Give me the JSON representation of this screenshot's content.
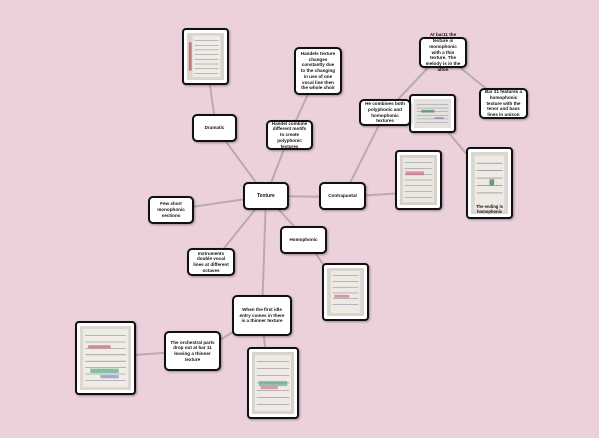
{
  "map": {
    "background": "#ecd1dc",
    "link_color": "#b9a9b1",
    "central": "Texture",
    "nodes": {
      "dramatic": "Dramatic",
      "handel_changes": "Handels texture changes constantly due to the changing in use of one vocal line then the whole choir",
      "handel_combine": "Handel combine different motifs to create polyphonic textures",
      "bar_monophonic": "At bar11 the texture is monophonic with a thin texture. The melody is in the alton",
      "homophonic_polyphonic": "He combines both polyphonic and homophonic textures",
      "bar31": "Bar 31 features a homophonic texture with the tenor and bass lines in unison",
      "contrapuntal": "Contrapuntal",
      "few_short": "Few short monophonic sections",
      "homophonic": "Homophonic",
      "instruments_double": "Instruments double vocal lines at different octaves",
      "first_idle": "When the first idle entry comes in there is a thinner texture",
      "orchestral_drop": "The orchestral parts drop out at bar 11 leaving a thinner texture",
      "ending_homophonic": "The ending is homophonic"
    },
    "photos": [
      {
        "id": "photo-top-score",
        "icon": "score-photo-icon"
      },
      {
        "id": "photo-mid-score",
        "icon": "score-photo-icon"
      },
      {
        "id": "photo-right-score",
        "icon": "score-photo-icon"
      },
      {
        "id": "photo-ending-score",
        "icon": "score-photo-icon"
      },
      {
        "id": "photo-homophonic-score",
        "icon": "score-photo-icon"
      },
      {
        "id": "photo-orchestral-score",
        "icon": "score-photo-icon"
      },
      {
        "id": "photo-bottom-score",
        "icon": "score-photo-icon"
      }
    ]
  }
}
